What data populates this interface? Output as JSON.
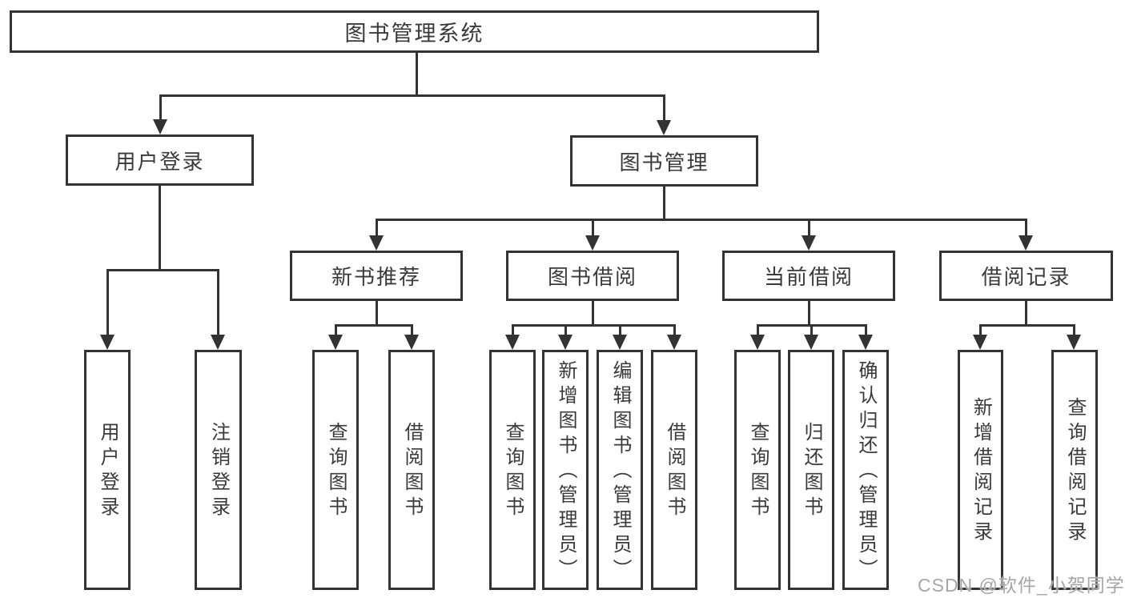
{
  "diagram": {
    "tree": {
      "root": "图书管理系统",
      "user_login": {
        "label": "用户登录",
        "children": [
          "用户登录",
          "注销登录"
        ]
      },
      "book_mgmt": {
        "label": "图书管理",
        "sections": {
          "new_book": {
            "label": "新书推荐",
            "children": [
              "查询图书",
              "借阅图书"
            ]
          },
          "borrow": {
            "label": "图书借阅",
            "children": [
              "查询图书",
              "新增图书（管理员）",
              "编辑图书（管理员）",
              "借阅图书"
            ]
          },
          "current": {
            "label": "当前借阅",
            "children": [
              "查询图书",
              "归还图书",
              "确认归还（管理员）"
            ]
          },
          "records": {
            "label": "借阅记录",
            "children": [
              "新增借阅记录",
              "查询借阅记录"
            ]
          }
        }
      }
    },
    "colors": {
      "line": "#333333",
      "node_border": "#333333",
      "node_text": "#3a3a3a",
      "background": "#ffffff",
      "watermark_text": "#a6a6a6"
    }
  },
  "watermark": {
    "text": "CSDN @软件_小贺同学"
  }
}
